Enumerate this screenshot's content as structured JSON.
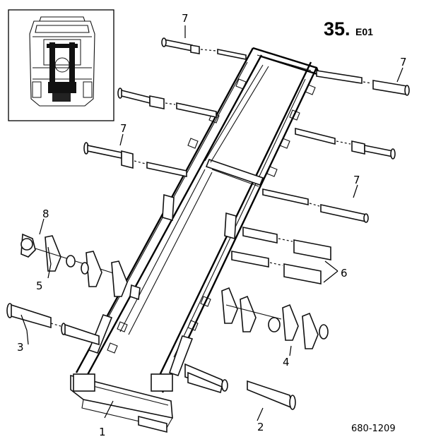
{
  "page_id": {
    "main": "35.",
    "suffix": "E01"
  },
  "drawing_number": "680-1209",
  "callouts": {
    "c1": "1",
    "c2": "2",
    "c3": "3",
    "c4": "4",
    "c5": "5",
    "c6": "6",
    "c7_top": "7",
    "c7_right_top": "7",
    "c7_left_mid": "7",
    "c7_right_mid": "7",
    "c8": "8"
  },
  "legend_inset": {
    "icon": "truck-chassis-location-icon"
  }
}
